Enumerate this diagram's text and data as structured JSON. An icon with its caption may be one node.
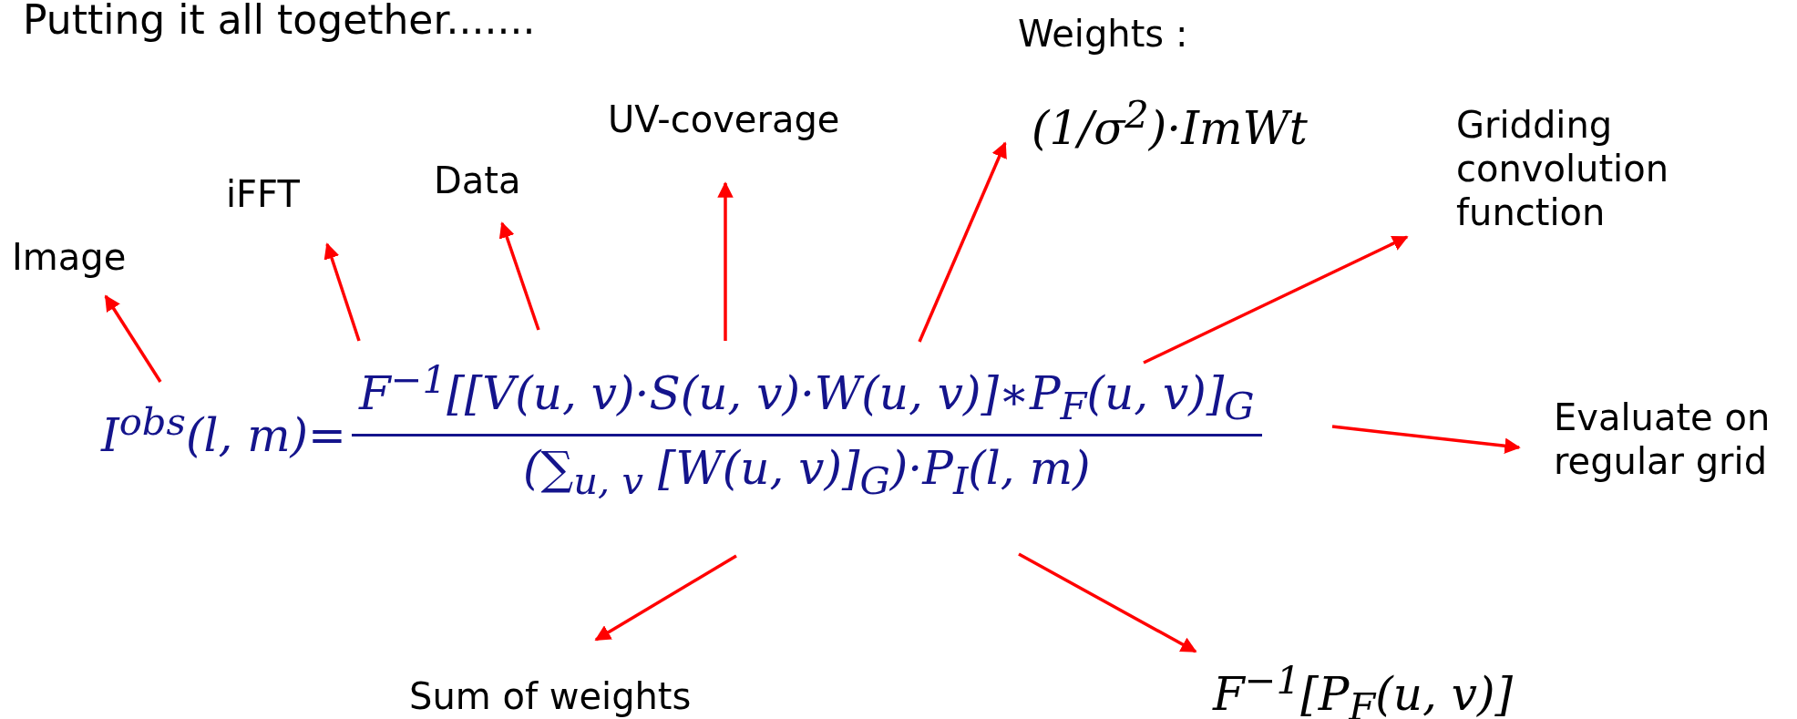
{
  "diagram": {
    "title": "Putting it all together.......",
    "nodes": [
      {
        "text": [
          "I$^{obs}$(l, m)=",
          "F$^{−1}$[[V(u, v)·S(u, v)·W(u, v)]∗P$_{F}$(u, v)]$_{G}$",
          "(∑$_{u, v}$ [W(u, v)]$_{G}$)·P$_{I}$(l, m)"
        ]
      },
      {
        "text": [
          "Image"
        ]
      },
      {
        "text": [
          "iFFT"
        ]
      },
      {
        "text": [
          "Data"
        ]
      },
      {
        "text": [
          "UV-coverage"
        ]
      },
      {
        "text": [
          "Weights :",
          "(1/σ$^{2}$)·ImWt"
        ]
      },
      {
        "text": [
          "Gridding convolution function"
        ]
      },
      {
        "text": [
          "Evaluate on regular grid"
        ]
      },
      {
        "text": [
          "Sum of weights"
        ]
      },
      {
        "text": [
          "F$^{−1}$[P$_{F}$(u, v)]"
        ]
      }
    ],
    "edges": [
      {
        "from": 0,
        "to": 1,
        "arrow": "to"
      },
      {
        "from": 0,
        "to": 2,
        "arrow": "to"
      },
      {
        "from": 0,
        "to": 3,
        "arrow": "to"
      },
      {
        "from": 0,
        "to": 4,
        "arrow": "to"
      },
      {
        "from": 0,
        "to": 5,
        "arrow": "to"
      },
      {
        "from": 0,
        "to": 6,
        "arrow": "to"
      },
      {
        "from": 0,
        "to": 7,
        "arrow": "to"
      },
      {
        "from": 0,
        "to": 8,
        "arrow": "to"
      },
      {
        "from": 0,
        "to": 9,
        "arrow": "to"
      }
    ]
  }
}
